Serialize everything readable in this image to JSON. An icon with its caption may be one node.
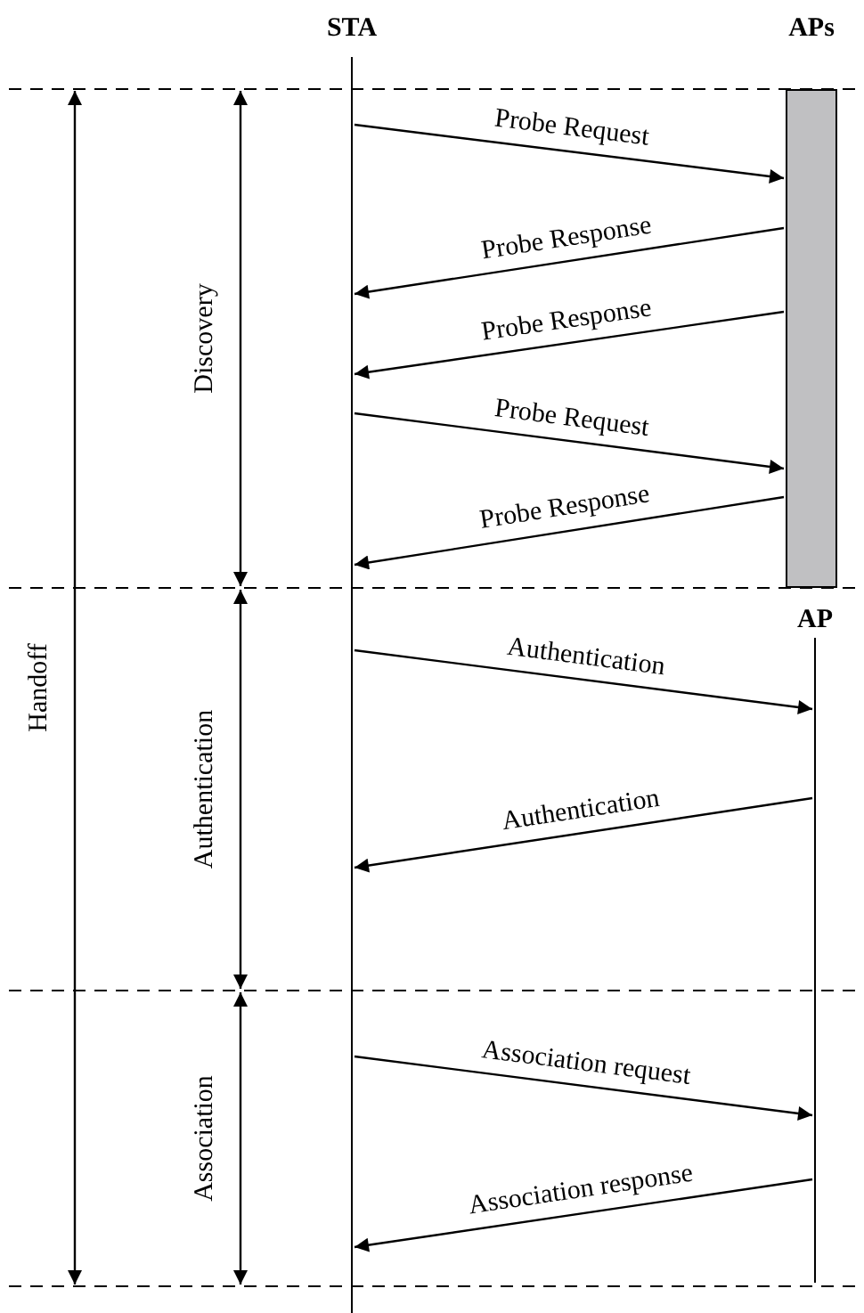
{
  "diagram": {
    "nodes": [
      {
        "text": [
          "STA"
        ]
      },
      {
        "text": [
          "APs"
        ]
      },
      {
        "text": [
          "AP"
        ]
      }
    ],
    "edges": [
      {
        "from": 0,
        "to": 1,
        "arrow": "to",
        "label": "Probe Request"
      },
      {
        "from": 1,
        "to": 0,
        "arrow": "to",
        "label": "Probe Response"
      },
      {
        "from": 1,
        "to": 0,
        "arrow": "to",
        "label": "Probe Response"
      },
      {
        "from": 0,
        "to": 1,
        "arrow": "to",
        "label": "Probe Request"
      },
      {
        "from": 1,
        "to": 0,
        "arrow": "to",
        "label": "Probe Response"
      },
      {
        "from": 0,
        "to": 2,
        "arrow": "to",
        "label": "Authentication"
      },
      {
        "from": 2,
        "to": 0,
        "arrow": "to",
        "label": "Authentication"
      },
      {
        "from": 0,
        "to": 2,
        "arrow": "to",
        "label": "Association request"
      },
      {
        "from": 2,
        "to": 0,
        "arrow": "to",
        "label": "Association response"
      }
    ],
    "labels": [
      "Handoff",
      "Discovery",
      "Authentication",
      "Association"
    ]
  }
}
